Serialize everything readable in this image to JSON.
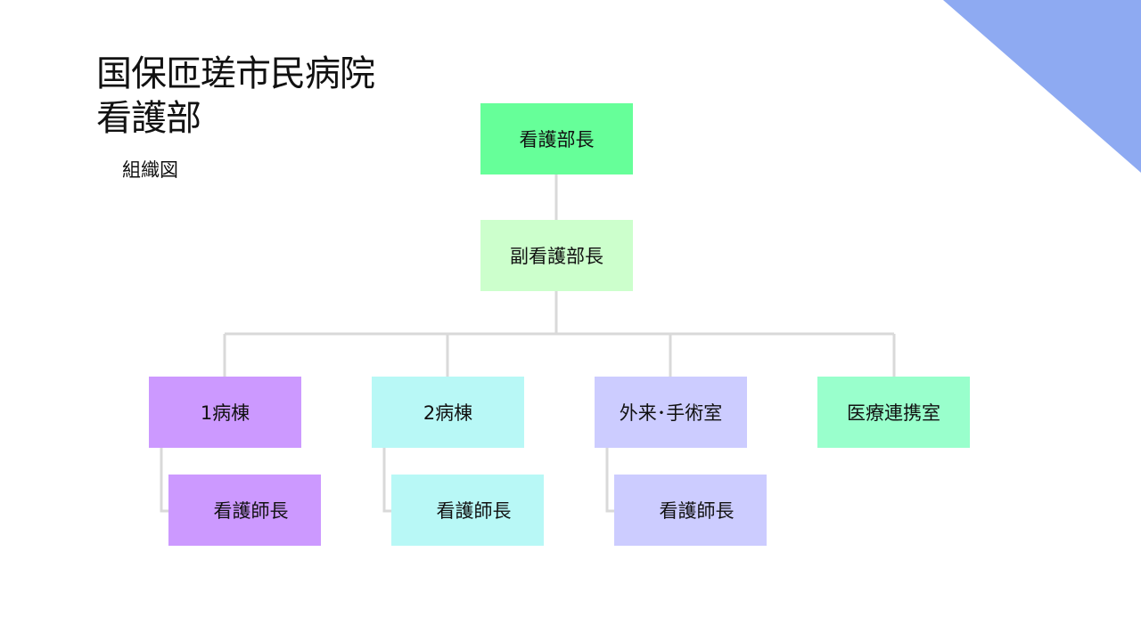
{
  "header": {
    "title_line1": "国保匝瑳市民病院",
    "title_line2": "看護部",
    "subtitle": "組織図"
  },
  "org_chart": {
    "head": "看護部長",
    "deputy": "副看護部長",
    "departments": [
      {
        "label": "1病棟",
        "chief": "看護師長",
        "color": "#cc99ff"
      },
      {
        "label": "2病棟",
        "chief": "看護師長",
        "color": "#b8f8f6"
      },
      {
        "label": "外来･手術室",
        "chief": "看護師長",
        "color": "#ccccff"
      },
      {
        "label": "医療連携室",
        "color": "#99ffcc"
      }
    ],
    "head_color": "#66ff99",
    "deputy_color": "#ccffcc",
    "connector_color": "#d9d9d9"
  },
  "decor": {
    "corner_color": "#8eaaf2"
  }
}
